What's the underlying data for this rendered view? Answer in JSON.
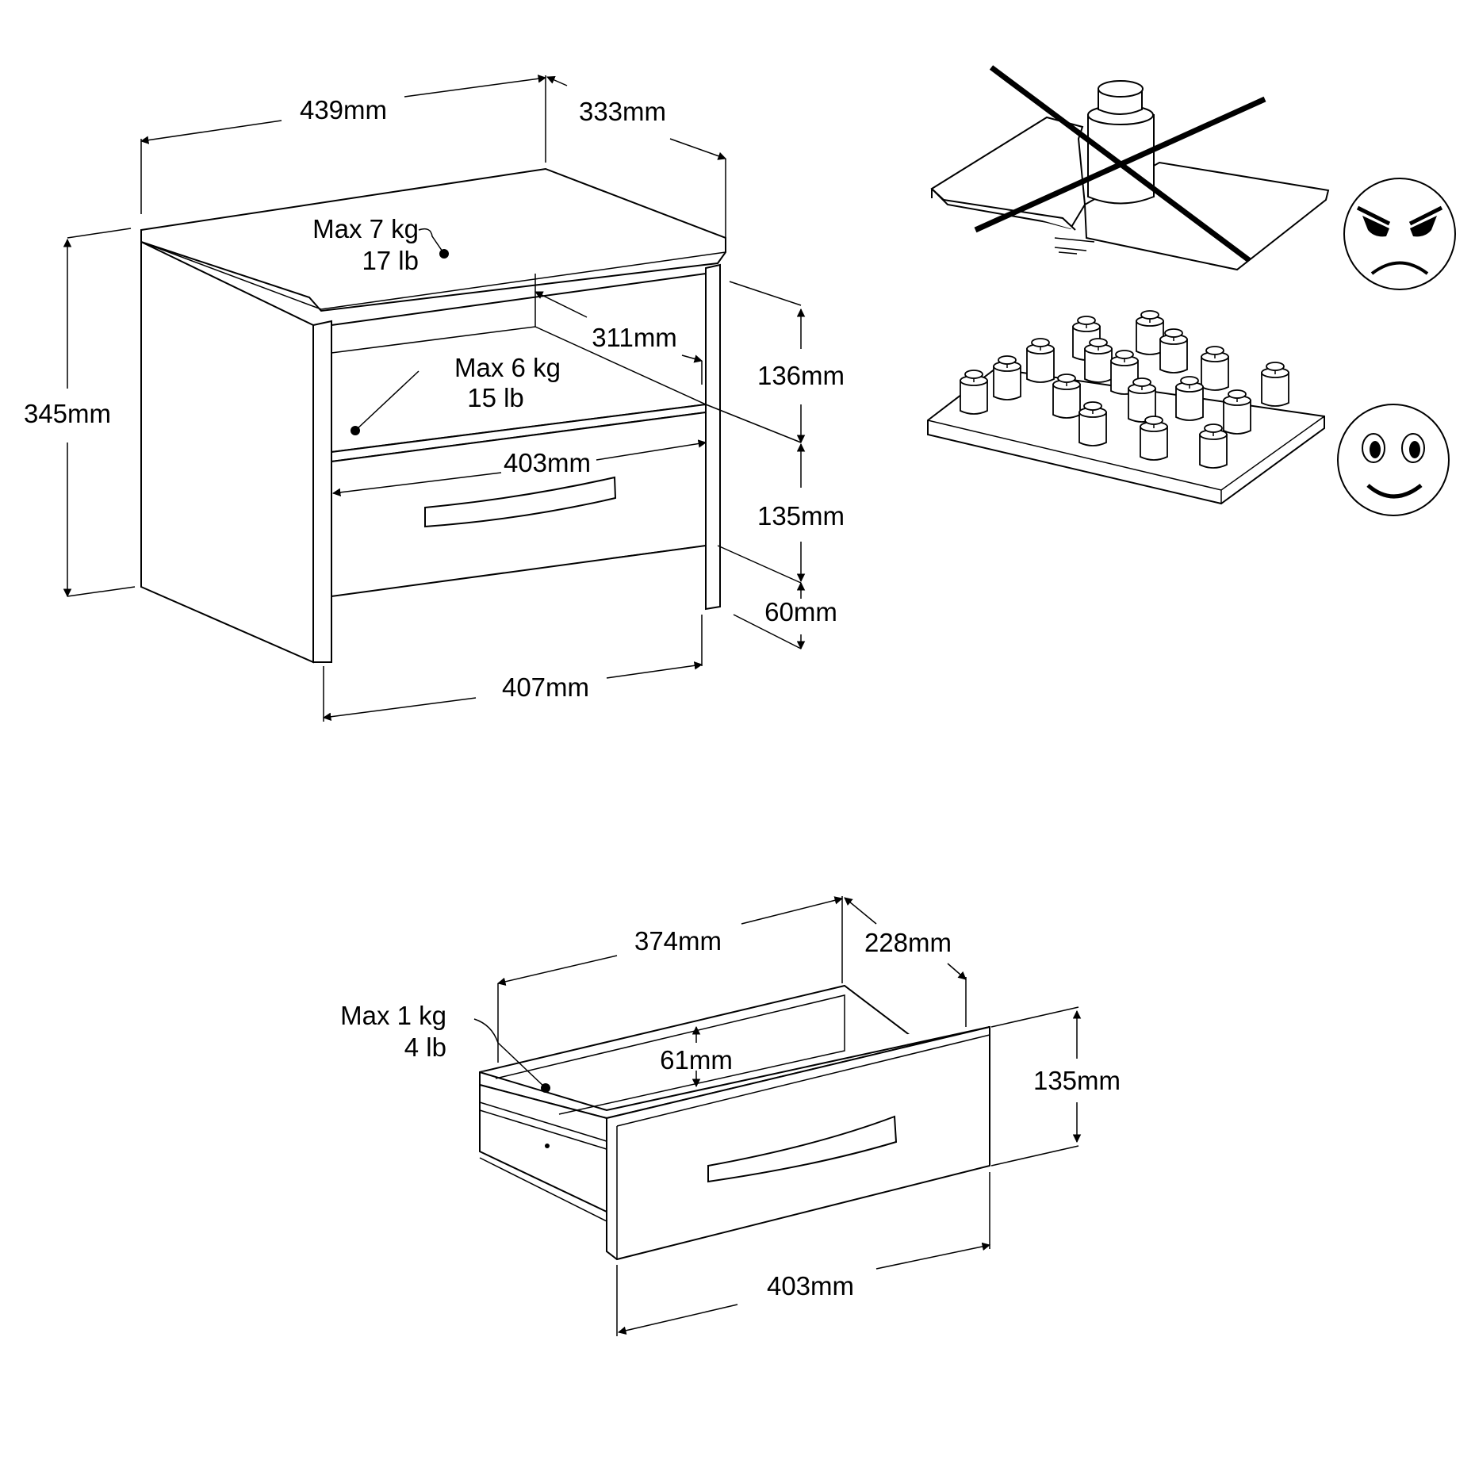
{
  "cabinet": {
    "width_top": "439mm",
    "depth": "333mm",
    "height": "345mm",
    "top_load_kg": "Max 7 kg",
    "top_load_lb": "17 lb",
    "shelf_depth": "311mm",
    "shelf_load_kg": "Max 6 kg",
    "shelf_load_lb": "15 lb",
    "inner_width": "403mm",
    "opening_height": "136mm",
    "drawer_height": "135mm",
    "plinth_height": "60mm",
    "base_width": "407mm"
  },
  "drawer": {
    "width": "374mm",
    "depth": "228mm",
    "load_kg": "Max 1 kg",
    "load_lb": "4 lb",
    "inner_height": "61mm",
    "front_height": "135mm",
    "front_width": "403mm"
  },
  "load_guidance": {
    "wrong_icon": "angry-face-icon",
    "right_icon": "smiley-face-icon"
  }
}
